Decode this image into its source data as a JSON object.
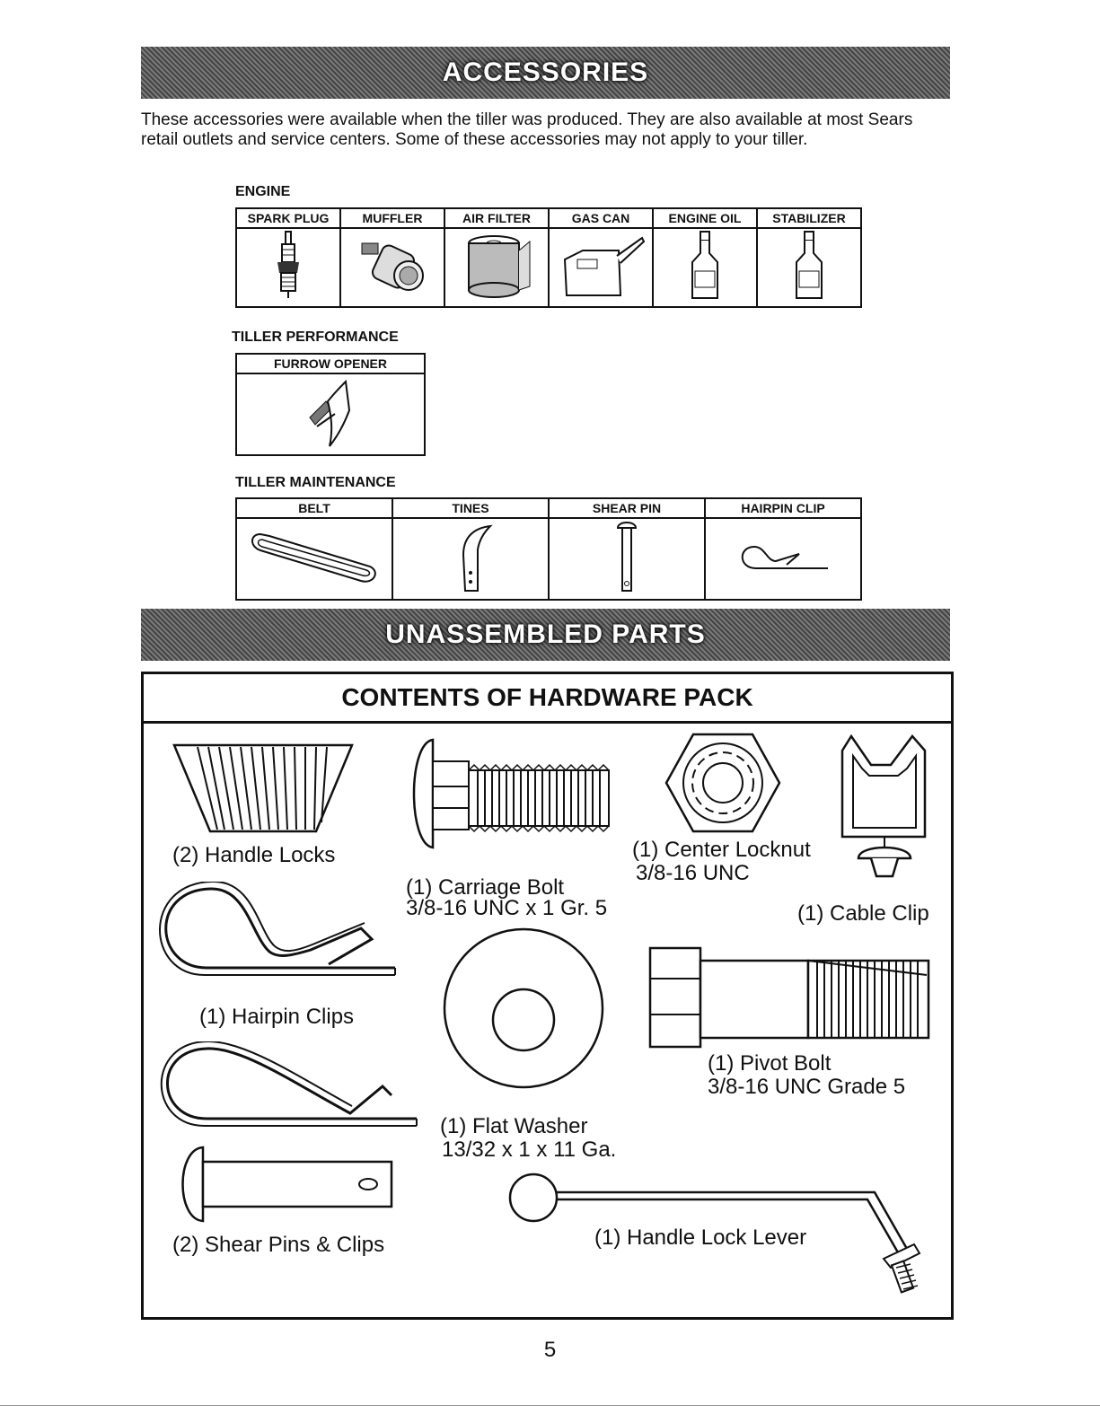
{
  "accessories": {
    "heading": "ACCESSORIES",
    "intro": "These accessories were available when the tiller was produced.  They are also available at most Sears retail outlets and service centers.  Some of these accessories may not apply to your tiller.",
    "engine": {
      "title": "ENGINE",
      "items": [
        "SPARK PLUG",
        "MUFFLER",
        "AIR FILTER",
        "GAS CAN",
        "ENGINE OIL",
        "STABILIZER"
      ]
    },
    "performance": {
      "title": "TILLER PERFORMANCE",
      "items": [
        "FURROW OPENER"
      ]
    },
    "maintenance": {
      "title": "TILLER MAINTENANCE",
      "items": [
        "BELT",
        "TINES",
        "SHEAR PIN",
        "HAIRPIN CLIP"
      ]
    }
  },
  "unassembled": {
    "heading": "UNASSEMBLED PARTS",
    "pack_title": "CONTENTS OF HARDWARE PACK",
    "parts": {
      "handle_locks": "(2) Handle Locks",
      "carriage_bolt": "(1) Carriage Bolt",
      "carriage_bolt_spec": "3/8-16 UNC x 1 Gr. 5",
      "center_locknut": "(1) Center Locknut",
      "center_locknut_spec": "3/8-16 UNC",
      "cable_clip": "(1) Cable Clip",
      "hairpin_clips": "(1) Hairpin Clips",
      "flat_washer": "(1) Flat Washer",
      "flat_washer_spec": "13/32 x 1 x 11 Ga.",
      "pivot_bolt": "(1) Pivot Bolt",
      "pivot_bolt_spec": "3/8-16 UNC Grade 5",
      "shear_pins_clips": "(2) Shear Pins & Clips",
      "handle_lock_lever": "(1) Handle Lock Lever"
    }
  },
  "page_number": "5"
}
